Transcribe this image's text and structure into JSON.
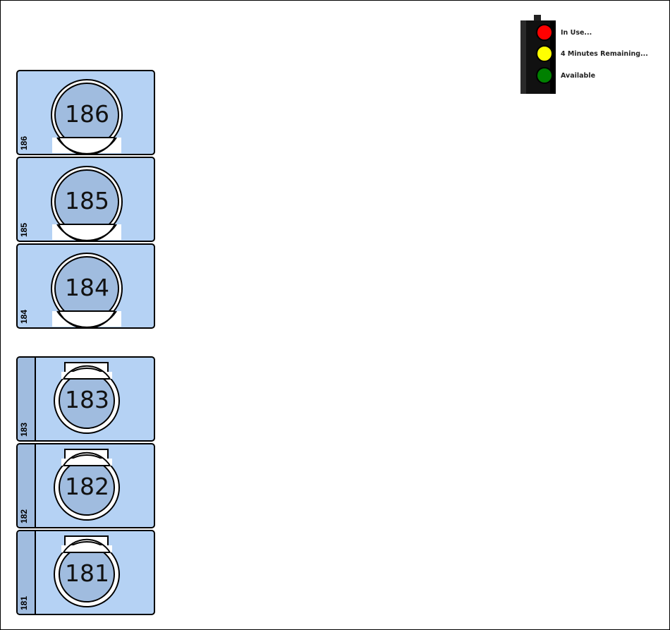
{
  "legend": {
    "items": [
      {
        "label": "In Use...",
        "color": "#ff0000"
      },
      {
        "label": "4 Minutes Remaining...",
        "color": "#ffff00"
      },
      {
        "label": "Available",
        "color": "#008000"
      }
    ]
  },
  "colors": {
    "unit_fill": "#b5d2f4",
    "unit_strip": "#a0bcdf",
    "drum_fill": "#a0bcdf"
  },
  "upper_group": [
    {
      "number": "186",
      "side_label": "186"
    },
    {
      "number": "185",
      "side_label": "185"
    },
    {
      "number": "184",
      "side_label": "184"
    }
  ],
  "lower_group": [
    {
      "number": "183",
      "side_label": "183"
    },
    {
      "number": "182",
      "side_label": "182"
    },
    {
      "number": "181",
      "side_label": "181"
    }
  ]
}
